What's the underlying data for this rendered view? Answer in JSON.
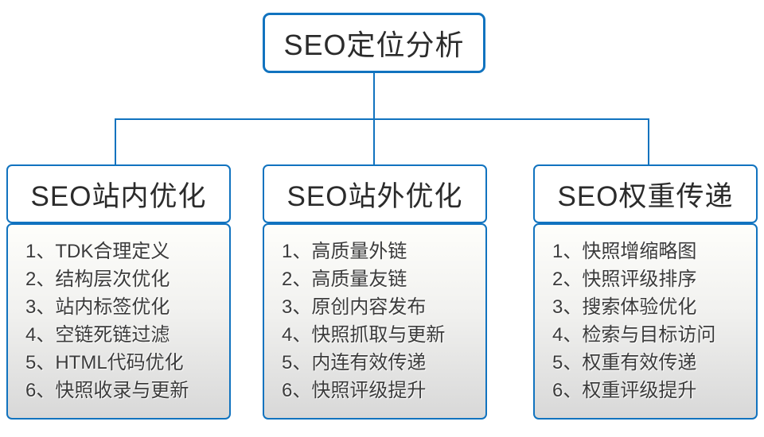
{
  "diagram": {
    "root": {
      "label": "SEO定位分析"
    },
    "columns": [
      {
        "title": "SEO站内优化",
        "items": [
          "1、TDK合理定义",
          "2、结构层次优化",
          "3、站内标签优化",
          "4、空链死链过滤",
          "5、HTML代码优化",
          "6、快照收录与更新"
        ]
      },
      {
        "title": "SEO站外优化",
        "items": [
          "1、高质量外链",
          "2、高质量友链",
          "3、原创内容发布",
          "4、快照抓取与更新",
          "5、内连有效传递",
          "6、快照评级提升"
        ]
      },
      {
        "title": "SEO权重传递",
        "items": [
          "1、快照增缩略图",
          "2、快照评级排序",
          "3、搜索体验优化",
          "4、检索与目标访问",
          "5、权重有效传递",
          "6、权重评级提升"
        ]
      }
    ],
    "colors": {
      "connector_blue": "#1173bf",
      "node_border_blue": "#1173bf",
      "list_gradient_top": "#fefefb",
      "list_gradient_bottom": "#d8d8d8",
      "text_dark": "#2b2b2b",
      "list_text": "#3b3b3b"
    }
  }
}
